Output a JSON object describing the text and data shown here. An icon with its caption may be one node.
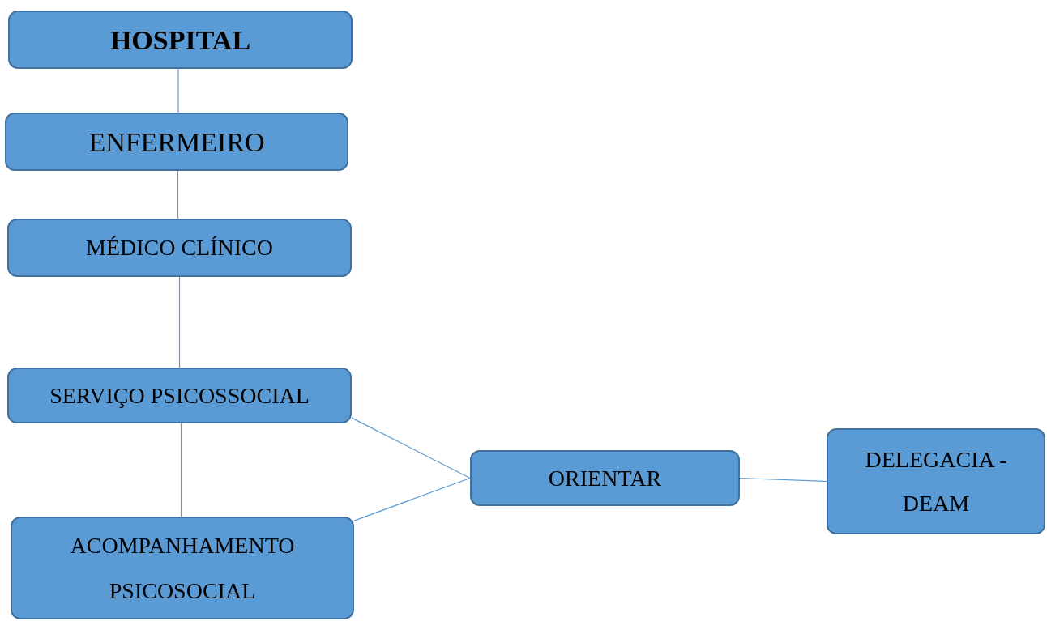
{
  "diagram": {
    "nodes": [
      {
        "text": [
          "HOSPITAL"
        ]
      },
      {
        "text": [
          "ENFERMEIRO"
        ]
      },
      {
        "text": [
          "MÉDICO CLÍNICO"
        ]
      },
      {
        "text": [
          "SERVIÇO PSICOSSOCIAL"
        ]
      },
      {
        "text": [
          "ACOMPANHAMENTO PSICOSOCIAL"
        ]
      },
      {
        "text": [
          "ORIENTAR"
        ]
      },
      {
        "text": [
          "DELEGACIA - DEAM"
        ]
      }
    ],
    "edges": [
      {
        "from": 0,
        "to": 1,
        "arrow": "none"
      },
      {
        "from": 1,
        "to": 2,
        "arrow": "none"
      },
      {
        "from": 2,
        "to": 3,
        "arrow": "none"
      },
      {
        "from": 3,
        "to": 4,
        "arrow": "none"
      },
      {
        "from": 3,
        "to": 5,
        "arrow": "none"
      },
      {
        "from": 4,
        "to": 5,
        "arrow": "none"
      },
      {
        "from": 5,
        "to": 6,
        "arrow": "none"
      }
    ]
  }
}
